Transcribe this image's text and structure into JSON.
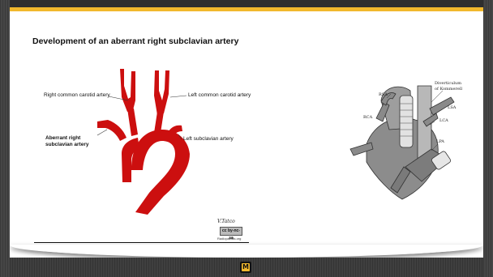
{
  "slide": {
    "title": "Development of an aberrant right subclavian artery"
  },
  "left_diagram": {
    "labels": {
      "right_common_carotid": "Right common carotid artery",
      "left_common_carotid": "Left common carotid artery",
      "aberrant_line1": "Aberrant right",
      "aberrant_line2": "subclavian artery",
      "left_subclavian": "Left subclavian artery"
    },
    "vessel_color": "#cc0f0f",
    "attribution": {
      "signature": "V.Tatco",
      "license_badge": "cc by-nc-sa",
      "credit": "Radiopaedia.org"
    }
  },
  "right_sketch": {
    "labels": {
      "rsa": "RSA",
      "diverticulum_line1": "Diverticulum",
      "diverticulum_line2": "of Kommerell",
      "lsa": "LSA",
      "rca": "RCA",
      "lca": "LCA",
      "lpa": "LPA"
    }
  },
  "footer": {
    "logo_letter": "M",
    "accent_color": "#f1b82d"
  }
}
